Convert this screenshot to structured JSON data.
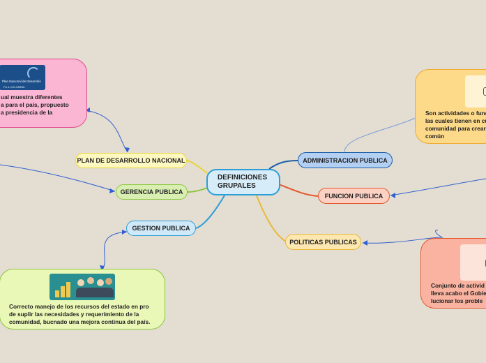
{
  "center": {
    "title_line1": "DEFINICIONES",
    "title_line2": "GRUPALES"
  },
  "branches": {
    "plan": "PLAN DE DESARROLLO NACIONAL",
    "gerencia": "GERENCIA PUBLICA",
    "gestion": "GESTION PUBLICA",
    "administracion": "ADMINISTRACION PUBLICA",
    "funcion": "FUNCION PUBLICA",
    "politicas": "POLITICAS PUBLICAS"
  },
  "cards": {
    "plan": {
      "lines": [
        "ual muestra diferentes",
        "a para el país, propuesto",
        "a presidencia de la"
      ],
      "logo_text_1": "Plan Nacional de Desarrollo",
      "logo_text_2": "Pa a COLOMBIA"
    },
    "gestion": {
      "lines": [
        "Correcto manejo de los recursos del estado en pro",
        "de suplir las necesidades y requerimiento de la",
        "comunidad, bucnado una mejora continua del país."
      ]
    },
    "administracion": {
      "lines": [
        "Son actividades o func",
        "las cuales tienen en cu",
        "comunidad para crear",
        "común"
      ]
    },
    "politicas": {
      "lines": [
        "Conjunto de activid",
        "lleva acabo el Gobie",
        "lucionar los proble"
      ]
    }
  },
  "colors": {
    "background": "#e4ddd2",
    "center": "#2d9fd6",
    "plan": "#e8d63a",
    "gerencia": "#8cc63f",
    "gestion": "#2d9fd6",
    "administracion": "#1d5fa8",
    "funcion": "#e4572e",
    "politicas": "#e8b93a",
    "connector": "#2f5fd0"
  }
}
